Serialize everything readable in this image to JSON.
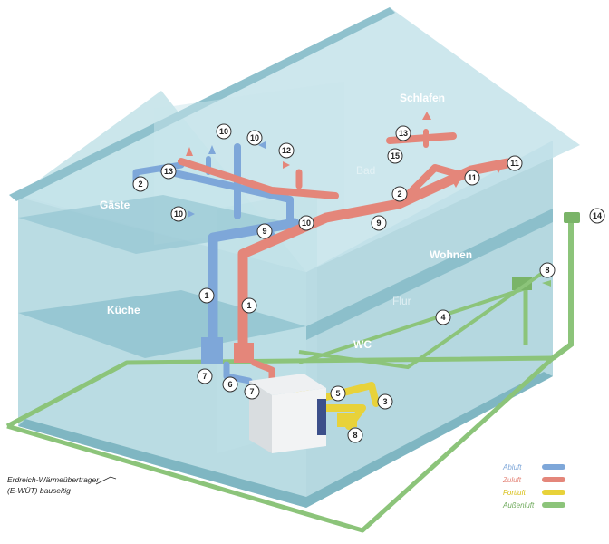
{
  "colors": {
    "abluft": "#7ea7d9",
    "zuluft": "#e4867a",
    "fortluft": "#e8d23a",
    "aussenluft": "#8cc47a",
    "house": "#a9d3dc",
    "house_dark": "#7db6c3",
    "roof": "#c4e3ea"
  },
  "rooms": {
    "schlafen": "Schlafen",
    "bad": "Bad",
    "gaeste": "Gäste",
    "wohnen": "Wohnen",
    "flur": "Flur",
    "kueche": "Küche",
    "wc": "WC"
  },
  "markers": {
    "m1": "1",
    "m2": "2",
    "m3": "3",
    "m4": "4",
    "m5": "5",
    "m6": "6",
    "m7": "7",
    "m8": "8",
    "m9": "9",
    "m10": "10",
    "m11": "11",
    "m12": "12",
    "m13": "13",
    "m14": "14",
    "m15": "15"
  },
  "legend": {
    "abluft": "Abluft",
    "zuluft": "Zuluft",
    "fortluft": "Fortluft",
    "aussenluft": "Außenluft"
  },
  "note": {
    "line1": "Erdreich-Wärmeübertrager",
    "line2": "(E-WÜT) bauseitig"
  }
}
